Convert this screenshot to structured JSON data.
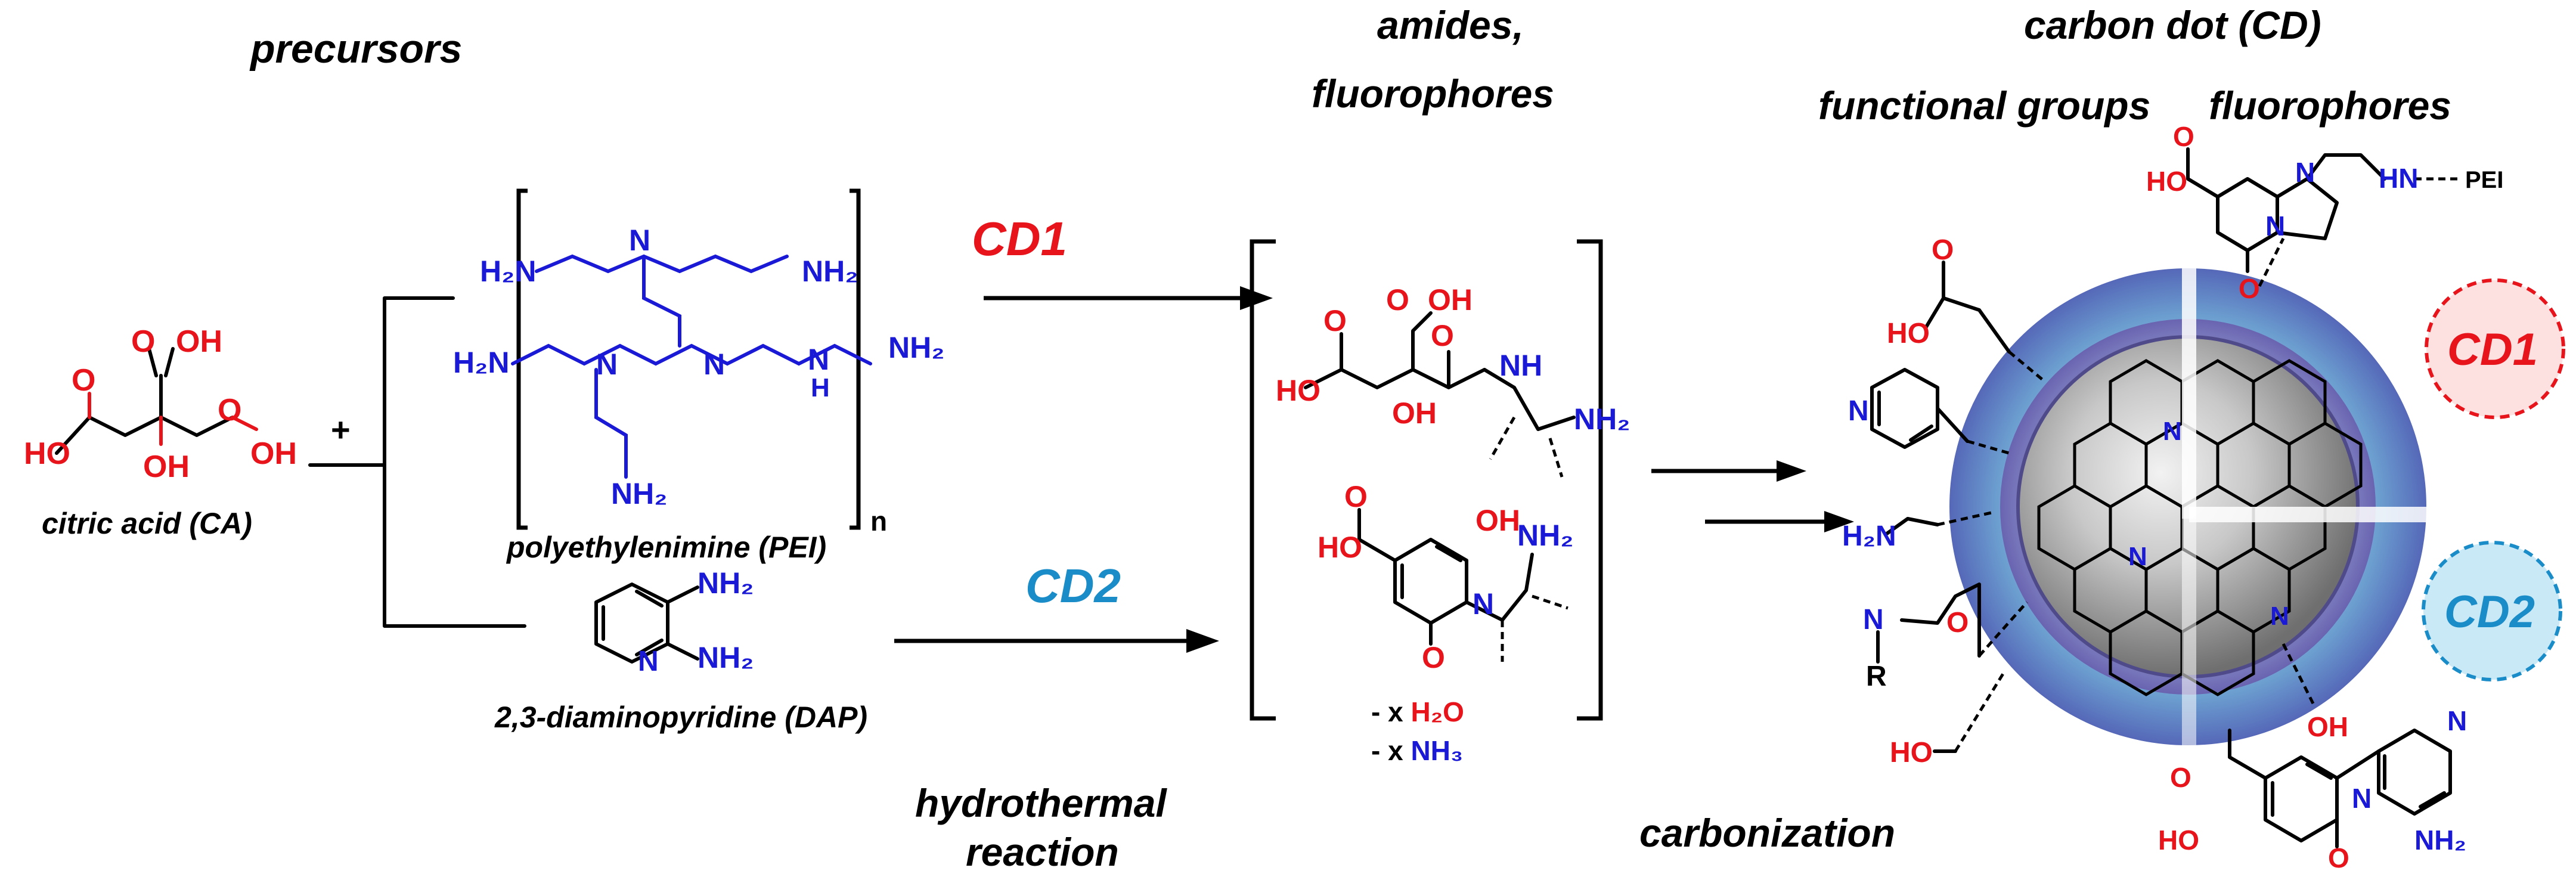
{
  "headings": {
    "precursors": "precursors",
    "amides": "amides,",
    "fluorophores_mid": "fluorophores",
    "carbon_dot": "carbon dot (CD)",
    "functional_groups": "functional groups",
    "fluorophores_right": "fluorophores",
    "hydrothermal_1": "hydrothermal",
    "hydrothermal_2": "reaction",
    "carbonization": "carbonization"
  },
  "labels": {
    "citric_acid": "citric acid (CA)",
    "pei": "polyethylenimine (PEI)",
    "dap": "2,3-diaminopyridine (DAP)",
    "plus": "+",
    "n_sub": "n",
    "cd1": "CD1",
    "cd2": "CD2",
    "water_prefix": "- x ",
    "water": "H₂O",
    "ammonia_prefix": "- x ",
    "ammonia": "NH₃",
    "pei_link": "PEI"
  },
  "atoms": {
    "OH": "OH",
    "HO": "HO",
    "O": "O",
    "NH2": "NH₂",
    "H2N": "H₂N",
    "N": "N",
    "H": "H",
    "NH": "NH",
    "HN": "HN",
    "R": "R"
  },
  "colors": {
    "oxygen": "#e8141b",
    "nitrogen": "#1a1ad6",
    "cd1": "#e8141b",
    "cd2": "#1a8cc8",
    "cd1_fill": "#fde0e0",
    "cd2_fill": "#c9e9f7"
  }
}
